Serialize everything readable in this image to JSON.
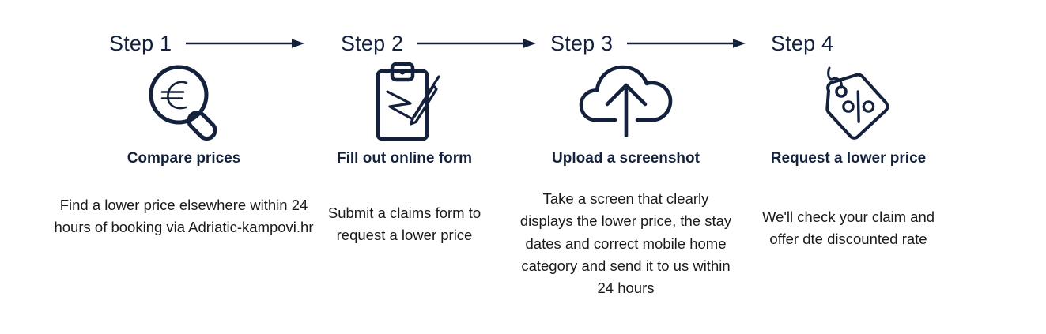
{
  "theme": {
    "background": "#ffffff",
    "navy": "#14213d",
    "body_text": "#1a1a1a"
  },
  "steps": [
    {
      "label": "Step 1",
      "icon": "magnifier-euro-icon",
      "title": "Compare prices",
      "description": "Find a lower price elsewhere within 24 hours of booking via Adriatic-kampovi.hr",
      "has_arrow": true
    },
    {
      "label": "Step 2",
      "icon": "clipboard-signature-icon",
      "title": "Fill out online form",
      "description": "Submit a claims form to request a lower price",
      "has_arrow": true
    },
    {
      "label": "Step 3",
      "icon": "cloud-upload-icon",
      "title": "Upload a screenshot",
      "description": "Take a screen that clearly displays the lower price, the stay dates and correct mobile home category and send it to us within 24 hours",
      "has_arrow": true
    },
    {
      "label": "Step 4",
      "icon": "price-tag-percent-icon",
      "title": "Request a lower price",
      "description": "We'll check your claim and offer dte discounted rate",
      "has_arrow": false
    }
  ]
}
